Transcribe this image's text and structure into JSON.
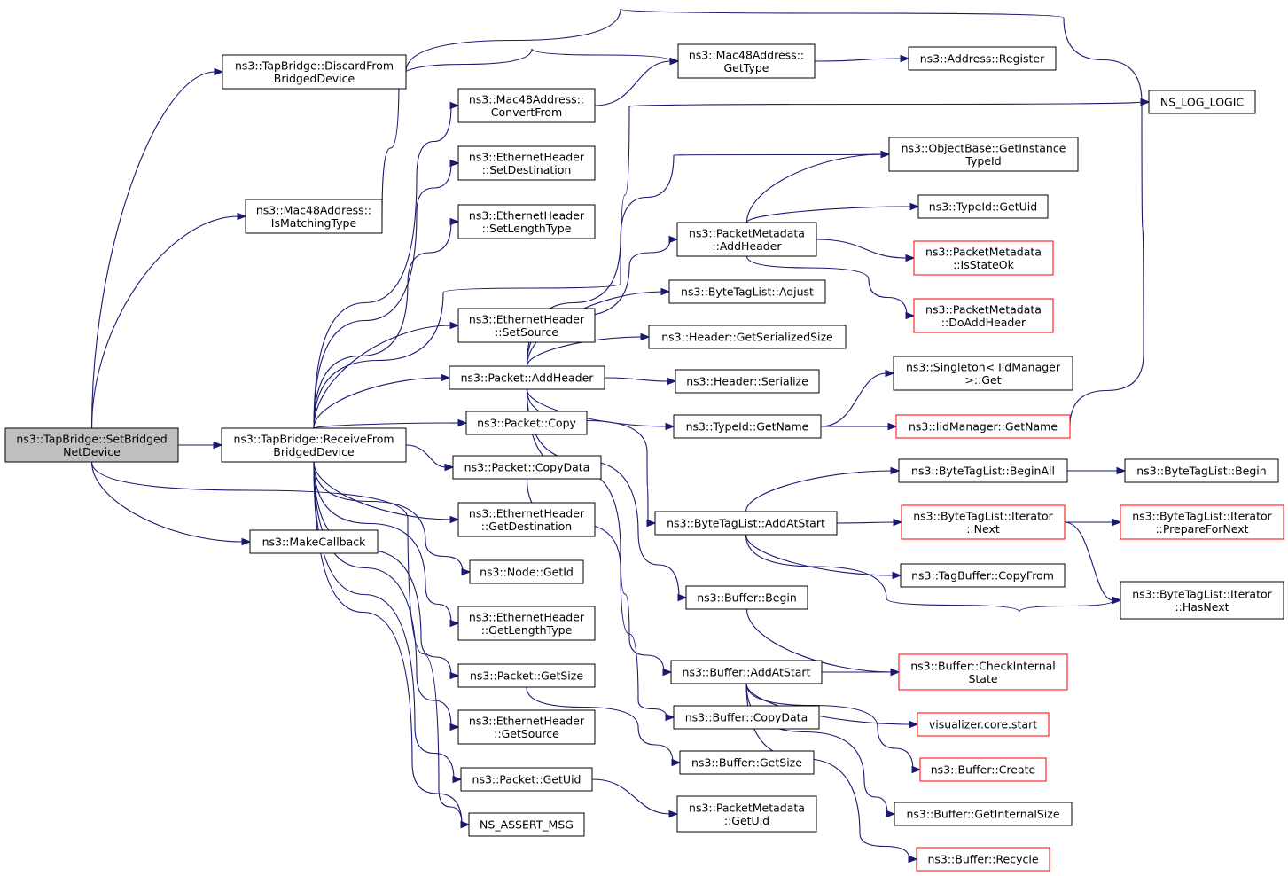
{
  "colors": {
    "edge": "#191970",
    "root_fill": "#bfbfbf",
    "external_border": "#ff0000",
    "node_border": "#000000"
  },
  "nodes": {
    "setBridgedNetDevice": {
      "lines": [
        "ns3::TapBridge::SetBridged",
        "NetDevice"
      ]
    },
    "discardFromBridgedDevice": {
      "lines": [
        "ns3::TapBridge::DiscardFrom",
        "BridgedDevice"
      ]
    },
    "isMatchingType": {
      "lines": [
        "ns3::Mac48Address::",
        "IsMatchingType"
      ]
    },
    "receiveFromBridgedDevice": {
      "lines": [
        "ns3::TapBridge::ReceiveFrom",
        "BridgedDevice"
      ]
    },
    "makeCallback": {
      "lines": [
        "ns3::MakeCallback"
      ]
    },
    "mac48GetType": {
      "lines": [
        "ns3::Mac48Address::",
        "GetType"
      ]
    },
    "addressRegister": {
      "lines": [
        "ns3::Address::Register"
      ]
    },
    "nsLogLogic": {
      "lines": [
        "NS_LOG_LOGIC"
      ]
    },
    "convertFrom": {
      "lines": [
        "ns3::Mac48Address::",
        "ConvertFrom"
      ]
    },
    "setDestination": {
      "lines": [
        "ns3::EthernetHeader",
        "::SetDestination"
      ]
    },
    "setLengthType": {
      "lines": [
        "ns3::EthernetHeader",
        "::SetLengthType"
      ]
    },
    "setSource": {
      "lines": [
        "ns3::EthernetHeader",
        "::SetSource"
      ]
    },
    "packetAddHeader": {
      "lines": [
        "ns3::Packet::AddHeader"
      ]
    },
    "packetCopy": {
      "lines": [
        "ns3::Packet::Copy"
      ]
    },
    "packetCopyData": {
      "lines": [
        "ns3::Packet::CopyData"
      ]
    },
    "getDestination": {
      "lines": [
        "ns3::EthernetHeader",
        "::GetDestination"
      ]
    },
    "nodeGetId": {
      "lines": [
        "ns3::Node::GetId"
      ]
    },
    "getLengthType": {
      "lines": [
        "ns3::EthernetHeader",
        "::GetLengthType"
      ]
    },
    "packetGetSize": {
      "lines": [
        "ns3::Packet::GetSize"
      ]
    },
    "getSource": {
      "lines": [
        "ns3::EthernetHeader",
        "::GetSource"
      ]
    },
    "packetGetUid": {
      "lines": [
        "ns3::Packet::GetUid"
      ]
    },
    "nsAssertMsg": {
      "lines": [
        "NS_ASSERT_MSG"
      ]
    },
    "objectBaseGetInstanceTypeId": {
      "lines": [
        "ns3::ObjectBase::GetInstance",
        "TypeId"
      ]
    },
    "metadataAddHeader": {
      "lines": [
        "ns3::PacketMetadata",
        "::AddHeader"
      ]
    },
    "typeIdGetUid": {
      "lines": [
        "ns3::TypeId::GetUid"
      ]
    },
    "isStateOk": {
      "lines": [
        "ns3::PacketMetadata",
        "::IsStateOk"
      ]
    },
    "doAddHeader": {
      "lines": [
        "ns3::PacketMetadata",
        "::DoAddHeader"
      ]
    },
    "byteTagListAdjust": {
      "lines": [
        "ns3::ByteTagList::Adjust"
      ]
    },
    "headerGetSerializedSize": {
      "lines": [
        "ns3::Header::GetSerializedSize"
      ]
    },
    "headerSerialize": {
      "lines": [
        "ns3::Header::Serialize"
      ]
    },
    "singletonGet": {
      "lines": [
        "ns3::Singleton< IidManager",
        ">::Get"
      ]
    },
    "typeIdGetName": {
      "lines": [
        "ns3::TypeId::GetName"
      ]
    },
    "iidManagerGetName": {
      "lines": [
        "ns3::IidManager::GetName"
      ]
    },
    "beginAll": {
      "lines": [
        "ns3::ByteTagList::BeginAll"
      ]
    },
    "byteTagListBegin": {
      "lines": [
        "ns3::ByteTagList::Begin"
      ]
    },
    "addAtStartTag": {
      "lines": [
        "ns3::ByteTagList::AddAtStart"
      ]
    },
    "iteratorNext": {
      "lines": [
        "ns3::ByteTagList::Iterator",
        "::Next"
      ]
    },
    "prepareForNext": {
      "lines": [
        "ns3::ByteTagList::Iterator",
        "::PrepareForNext"
      ]
    },
    "tagBufferCopyFrom": {
      "lines": [
        "ns3::TagBuffer::CopyFrom"
      ]
    },
    "hasNext": {
      "lines": [
        "ns3::ByteTagList::Iterator",
        "::HasNext"
      ]
    },
    "bufferBegin": {
      "lines": [
        "ns3::Buffer::Begin"
      ]
    },
    "checkInternalState": {
      "lines": [
        "ns3::Buffer::CheckInternal",
        "State"
      ]
    },
    "bufferAddAtStart": {
      "lines": [
        "ns3::Buffer::AddAtStart"
      ]
    },
    "visualizerStart": {
      "lines": [
        "visualizer.core.start"
      ]
    },
    "bufferCopyData": {
      "lines": [
        "ns3::Buffer::CopyData"
      ]
    },
    "bufferCreate": {
      "lines": [
        "ns3::Buffer::Create"
      ]
    },
    "bufferGetSize": {
      "lines": [
        "ns3::Buffer::GetSize"
      ]
    },
    "bufferGetInternalSize": {
      "lines": [
        "ns3::Buffer::GetInternalSize"
      ]
    },
    "metadataGetUid": {
      "lines": [
        "ns3::PacketMetadata",
        "::GetUid"
      ]
    },
    "bufferRecycle": {
      "lines": [
        "ns3::Buffer::Recycle"
      ]
    }
  }
}
